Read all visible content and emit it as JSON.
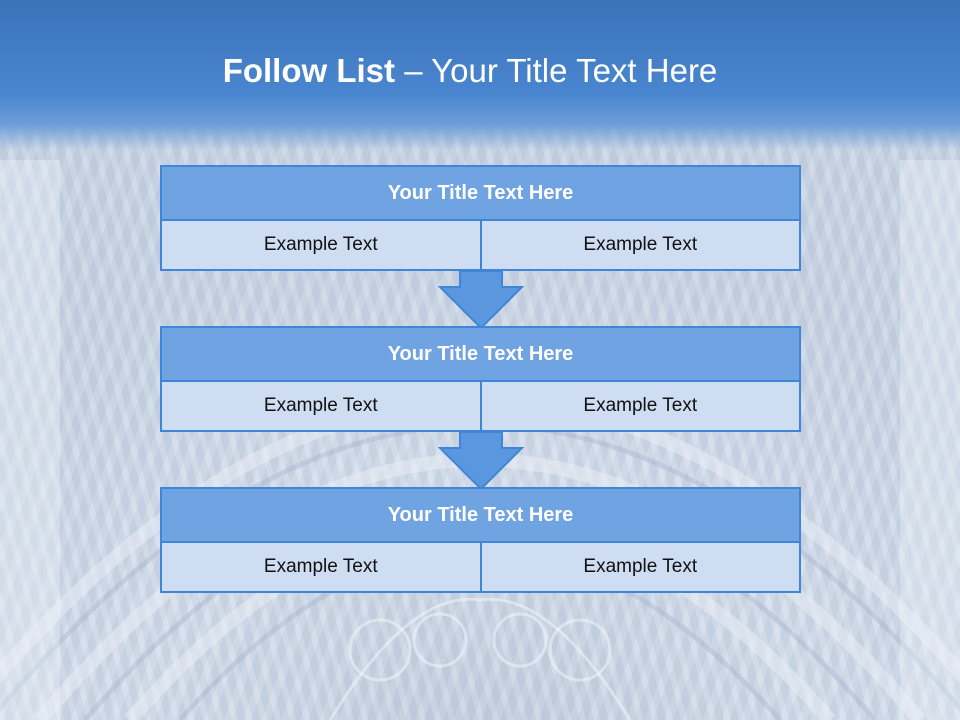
{
  "title": {
    "bold_part": "Follow List",
    "rest_part": " – Your Title Text Here"
  },
  "blocks": [
    {
      "heading": "Your Title Text Here",
      "left_text": "Example Text",
      "right_text": "Example Text"
    },
    {
      "heading": "Your Title Text Here",
      "left_text": "Example Text",
      "right_text": "Example Text"
    },
    {
      "heading": "Your Title Text Here",
      "left_text": "Example Text",
      "right_text": "Example Text"
    }
  ],
  "colors": {
    "header_band": "#4a86d0",
    "block_heading": "#6fa3e2",
    "block_cell": "#cfddf2",
    "border": "#3f86d6",
    "arrow_fill": "#5b97de"
  },
  "icons": [
    "down-arrow-icon"
  ]
}
